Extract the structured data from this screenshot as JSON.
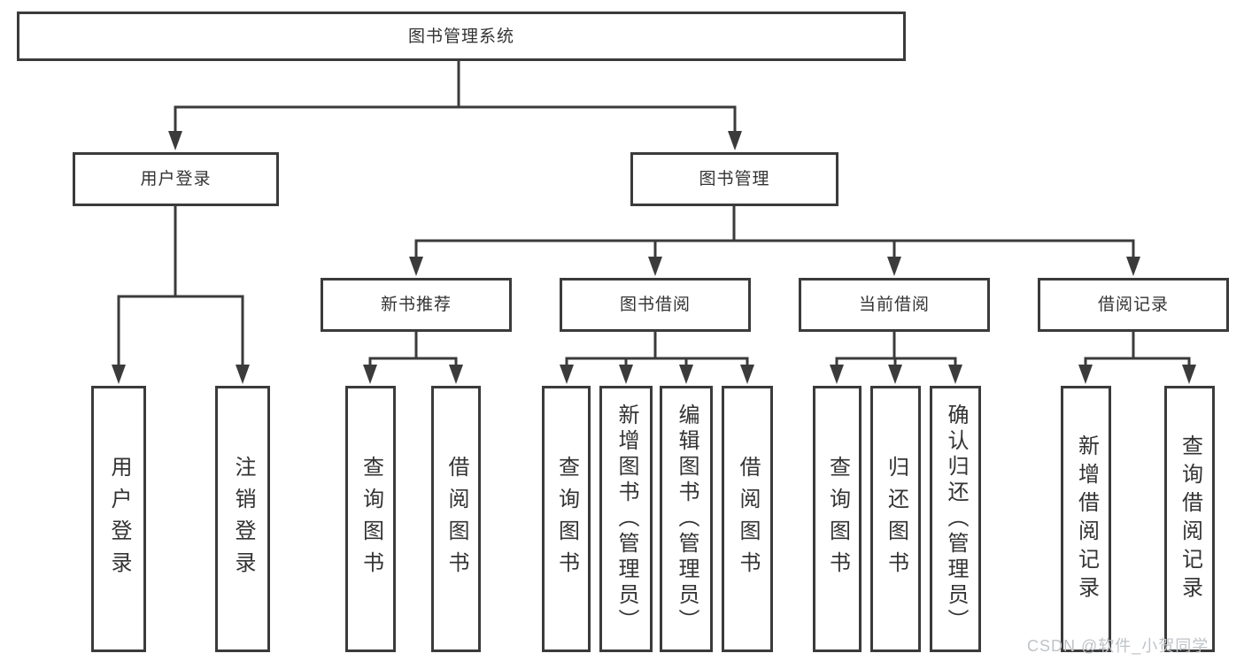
{
  "tree": {
    "root": {
      "label": "图书管理系统"
    },
    "branches": [
      {
        "label": "用户登录",
        "children": [
          {
            "label": "用户登录"
          },
          {
            "label": "注销登录"
          }
        ]
      },
      {
        "label": "图书管理",
        "children": [
          {
            "label": "新书推荐",
            "children": [
              {
                "label": "查询图书"
              },
              {
                "label": "借阅图书"
              }
            ]
          },
          {
            "label": "图书借阅",
            "children": [
              {
                "label": "查询图书"
              },
              {
                "label": "新增图书（管理员）"
              },
              {
                "label": "编辑图书（管理员）"
              },
              {
                "label": "借阅图书"
              }
            ]
          },
          {
            "label": "当前借阅",
            "children": [
              {
                "label": "查询图书"
              },
              {
                "label": "归还图书"
              },
              {
                "label": "确认归还（管理员）"
              }
            ]
          },
          {
            "label": "借阅记录",
            "children": [
              {
                "label": "新增借阅记录"
              },
              {
                "label": "查询借阅记录"
              }
            ]
          }
        ]
      }
    ]
  },
  "watermark": {
    "text": "CSDN @软件_小贺同学"
  },
  "colors": {
    "line": "#3b3b3b",
    "text": "#333333",
    "watermark": "#bfc3c7",
    "background": "#ffffff"
  }
}
